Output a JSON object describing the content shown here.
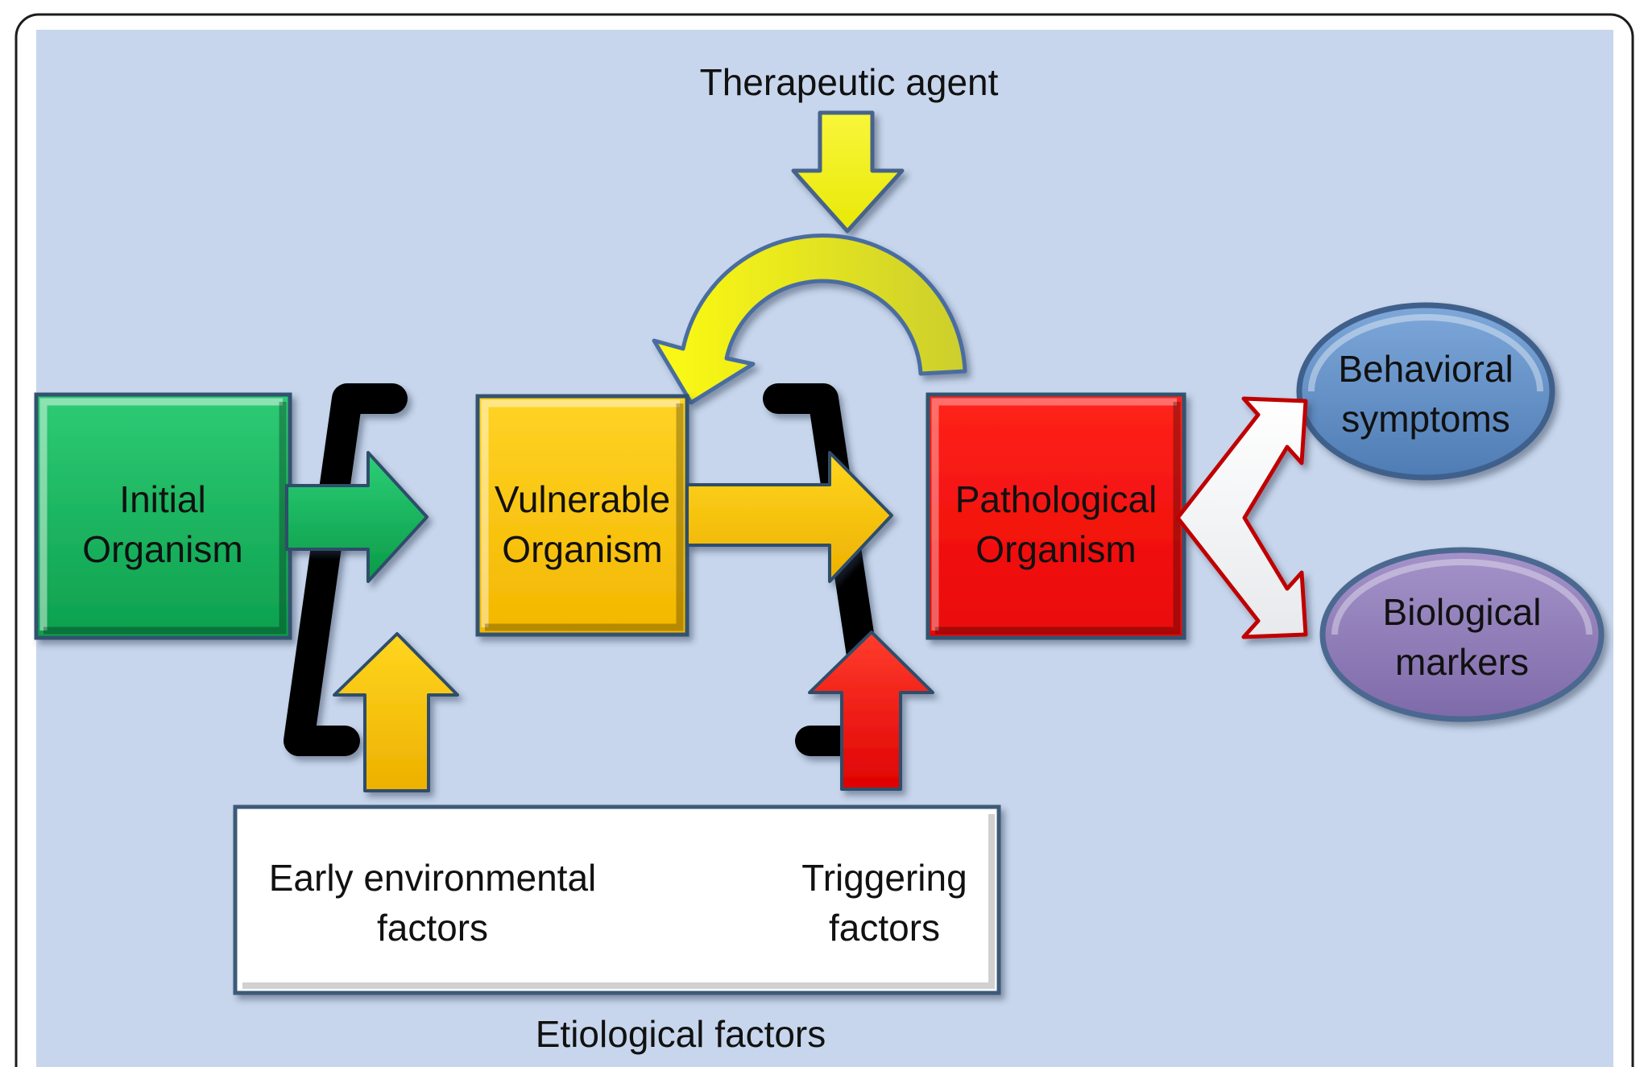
{
  "figure": {
    "therapeutic_label": "Therapeutic agent",
    "caption": "Etiological factors",
    "boxes": {
      "initial": {
        "line1": "Initial",
        "line2": "Organism"
      },
      "vulnerable": {
        "line1": "Vulnerable",
        "line2": "Organism"
      },
      "pathological": {
        "line1": "Pathological",
        "line2": "Organism"
      }
    },
    "outcomes": {
      "behavioral": {
        "line1": "Behavioral",
        "line2": "symptoms"
      },
      "biological": {
        "line1": "Biological",
        "line2": "markers"
      }
    },
    "factors": {
      "early": {
        "line1": "Early environmental",
        "line2": "factors"
      },
      "triggering": {
        "line1": "Triggering",
        "line2": "factors"
      }
    },
    "colors": {
      "panel_background": "#c7d6ec",
      "initial_box_green": "#12b158",
      "vulnerable_box_gold": "#fcc20a",
      "pathological_box_red": "#fb0b0c",
      "behavioral_ellipse_blue": "#5b87c0",
      "biological_ellipse_purple": "#8f7cb8",
      "therapeutic_arrow_yellow": "#f5f011",
      "shape_outline_slate": "#3c5a7d",
      "bracket_black": "#000000",
      "split_arrow_outline_red": "#c00000"
    }
  }
}
